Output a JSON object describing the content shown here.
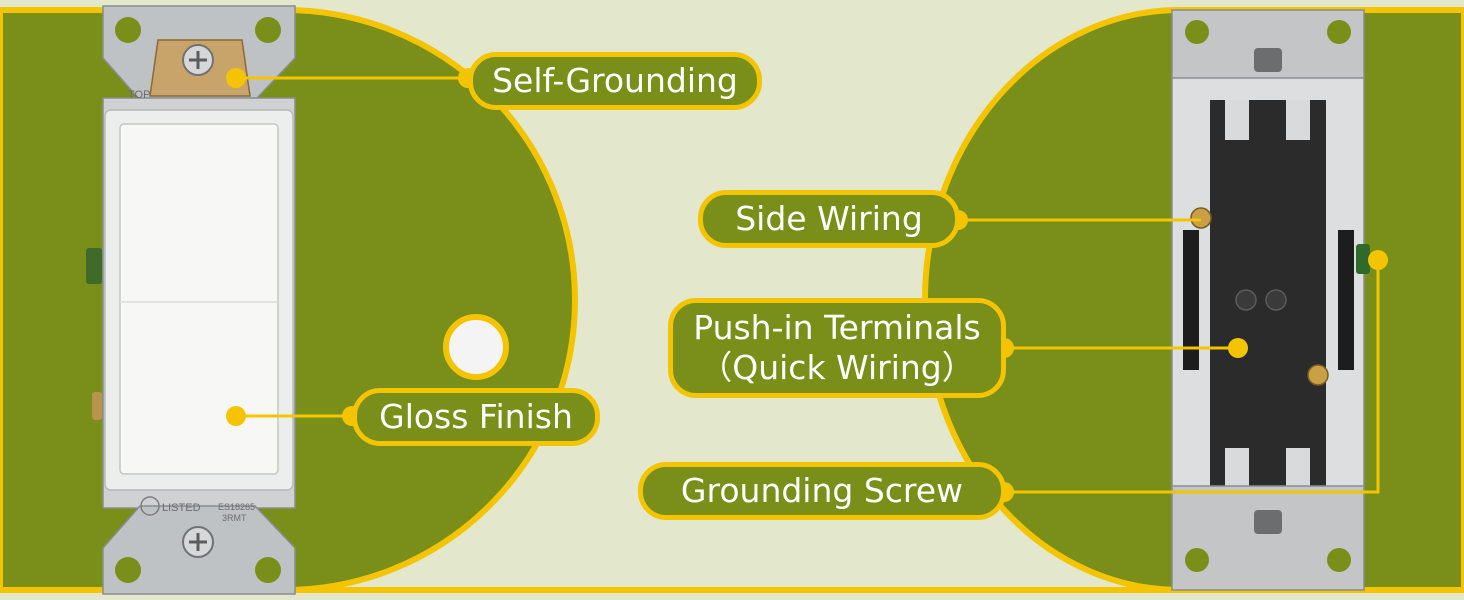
{
  "colors": {
    "background": "#e3e8cc",
    "green": "#7a8f1a",
    "yellow": "#f5c400",
    "plate": "#c7c9cb",
    "rocker": "#f7f7f5"
  },
  "callouts": {
    "self_grounding": "Self-Grounding",
    "gloss_finish": "Gloss Finish",
    "side_wiring": "Side Wiring",
    "push_in_line1": "Push-in Terminals",
    "push_in_line2": "（Quick Wiring）",
    "grounding_screw": "Grounding Screw"
  },
  "product_marks": {
    "top_mark": "TOP",
    "listed_mark": "LISTED",
    "model_code": "ES18265",
    "model_sub": "3RMT"
  },
  "icons": {
    "front": "rocker-switch-front-view",
    "back": "switch-back-view",
    "dot": "white-circle-decoration"
  }
}
